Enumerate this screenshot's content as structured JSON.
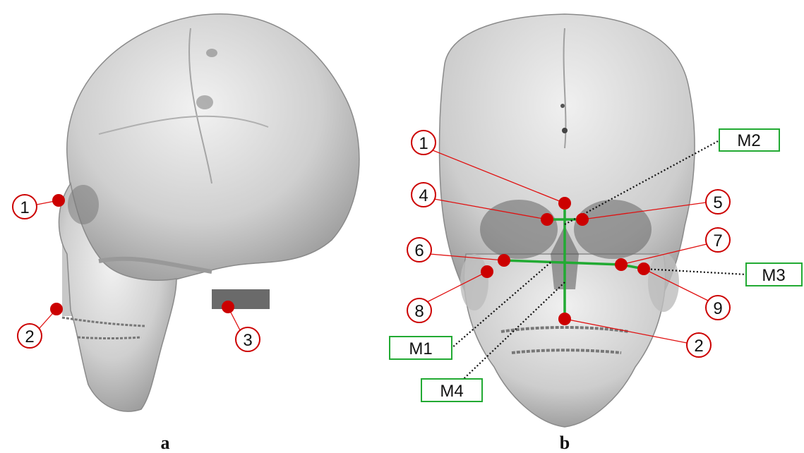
{
  "colors": {
    "landmark": "#cc0000",
    "leader": "#e01010",
    "measure_line": "#22aa33",
    "measure_box": "#22aa33",
    "bone": "#d4d4d4"
  },
  "panels": [
    {
      "label": "a"
    },
    {
      "label": "b"
    }
  ],
  "panel_a_landmarks": [
    "1",
    "2",
    "3"
  ],
  "panel_b_landmarks": [
    "1",
    "4",
    "5",
    "6",
    "7",
    "8",
    "9",
    "2"
  ],
  "measurements": [
    "M2",
    "M3",
    "M1",
    "M4"
  ]
}
